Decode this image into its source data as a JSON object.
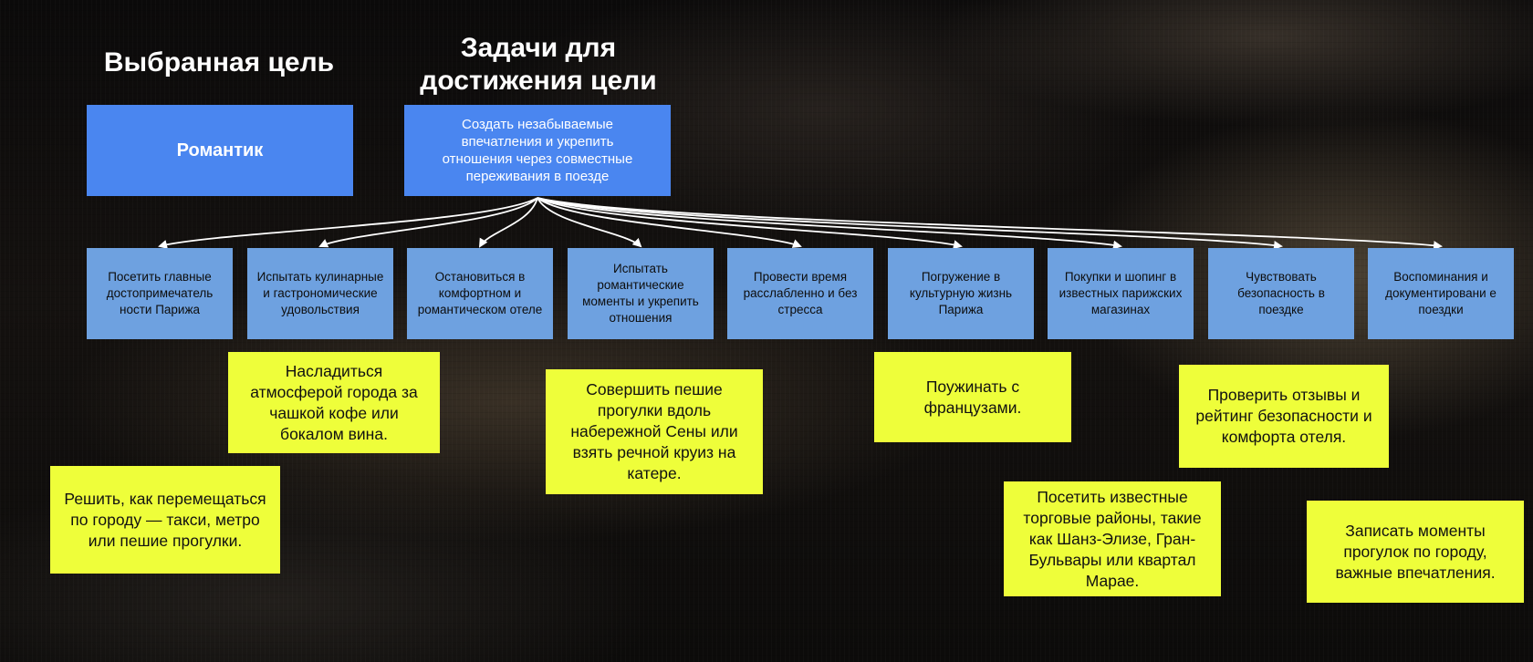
{
  "headings": {
    "goal": "Выбранная цель",
    "tasks": "Задачи для достижения цели"
  },
  "goal": {
    "label": "Романтик"
  },
  "main_task": {
    "label": "Создать незабываемые впечатления и укрепить отношения через совместные переживания в поезде"
  },
  "subtasks": [
    {
      "label": "Посетить главные достопримечатель ности Парижа"
    },
    {
      "label": "Испытать кулинарные и гастрономические удовольствия"
    },
    {
      "label": "Остановиться в комфортном и романтическом отеле"
    },
    {
      "label": "Испытать романтические моменты и укрепить отношения"
    },
    {
      "label": "Провести время расслабленно и без стресса"
    },
    {
      "label": "Погружение в культурную жизнь Парижа"
    },
    {
      "label": "Покупки и шопинг в известных парижских магазинах"
    },
    {
      "label": "Чувствовать безопасность в поездке"
    },
    {
      "label": "Воспоминания и документировани е поездки"
    }
  ],
  "notes": [
    {
      "text": "Насладиться атмосферой города за чашкой кофе или бокалом вина."
    },
    {
      "text": "Решить, как перемещаться по городу — такси, метро или пешие прогулки."
    },
    {
      "text": "Совершить пешие прогулки вдоль набережной Сены или взять речной круиз на катере."
    },
    {
      "text": "Поужинать с французами."
    },
    {
      "text": "Проверить отзывы и рейтинг безопасности и комфорта отеля."
    },
    {
      "text": "Посетить известные торговые районы, такие как Шанз-Элизе, Гран-Бульвары или квартал Марае."
    },
    {
      "text": "Записать моменты прогулок по городу, важные впечатления."
    }
  ],
  "colors": {
    "goal_box": "#4a86f0",
    "subtask_box": "#6ea1e0",
    "note": "#eefe3a",
    "connector": "#ffffff"
  }
}
